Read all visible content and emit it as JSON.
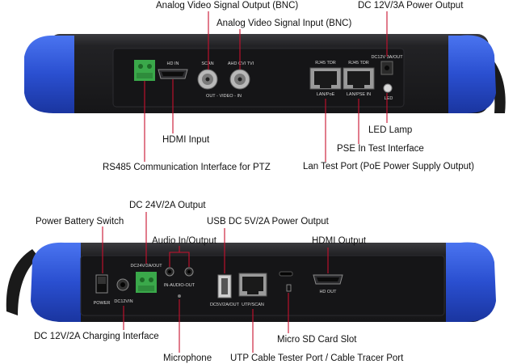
{
  "callouts": {
    "analog_out": "Analog Video Signal Output (BNC)",
    "analog_in": "Analog Video Signal Input (BNC)",
    "dc12_3a_out": "DC 12V/3A Power Output",
    "led_lamp": "LED Lamp",
    "pse_test": "PSE In Test Interface",
    "lan_test": "Lan Test Port (PoE Power Supply Output)",
    "hdmi_input": "HDMI Input",
    "rs485": "RS485 Communication Interface for PTZ",
    "dc24_out": "DC 24V/2A Output",
    "power_switch": "Power Battery Switch",
    "usb_out": "USB DC 5V/2A Power Output",
    "audio_io": "Audio In/Output",
    "hdmi_output": "HDMI Output",
    "dc12_charge": "DC 12V/2A Charging Interface",
    "micro_sd": "Micro SD Card Slot",
    "microphone": "Microphone",
    "utp_tester": "UTP Cable Tester Port / Cable Tracer Port"
  },
  "panel_labels": {
    "hd_in": "HD IN",
    "scan": "SCAN",
    "ahd_cvi_tvi": "AHD CVI TVI",
    "out_video_in": "OUT - VIDEO - IN",
    "rj45_tdr_1": "RJ45 TDR",
    "rj45_tdr_2": "RJ45 TDR",
    "lan_poe": "LAN/PoE",
    "lan_pse_in": "LAN/PSE IN",
    "led": "LED",
    "dc12v_3a_out": "DC12V 3A/OUT",
    "power": "POWER",
    "dc12vin": "DC12VIN",
    "dc24v_out": "DC24V/2A/OUT",
    "in_audio_out": "IN-AUDIO-OUT",
    "dc5v_out": "DC5V/2A/OUT",
    "utp_scan": "UTP/SCAN",
    "hd_out": "HD OUT"
  },
  "colors": {
    "bumper_blue": "#2a4fd0",
    "body_dark": "#1f1f22",
    "panel_black": "#121214",
    "terminal_green": "#3aa84a"
  }
}
